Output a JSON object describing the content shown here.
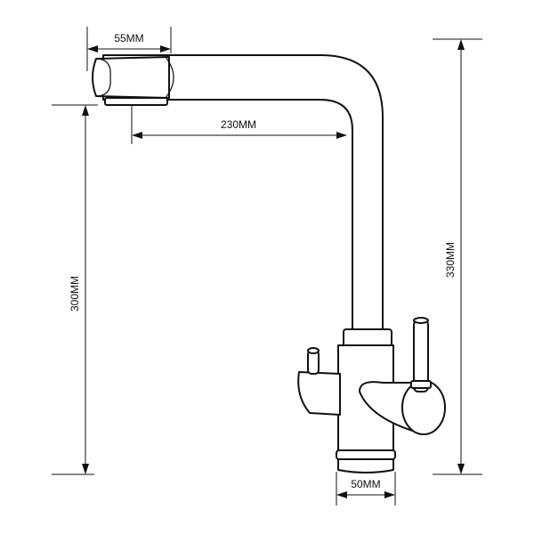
{
  "dimensions": {
    "spout_width": "55MM",
    "spout_reach": "230MM",
    "spout_height": "300MM",
    "total_height": "330MM",
    "base_diameter": "50MM"
  },
  "colors": {
    "line": "#111111",
    "background": "#ffffff"
  }
}
